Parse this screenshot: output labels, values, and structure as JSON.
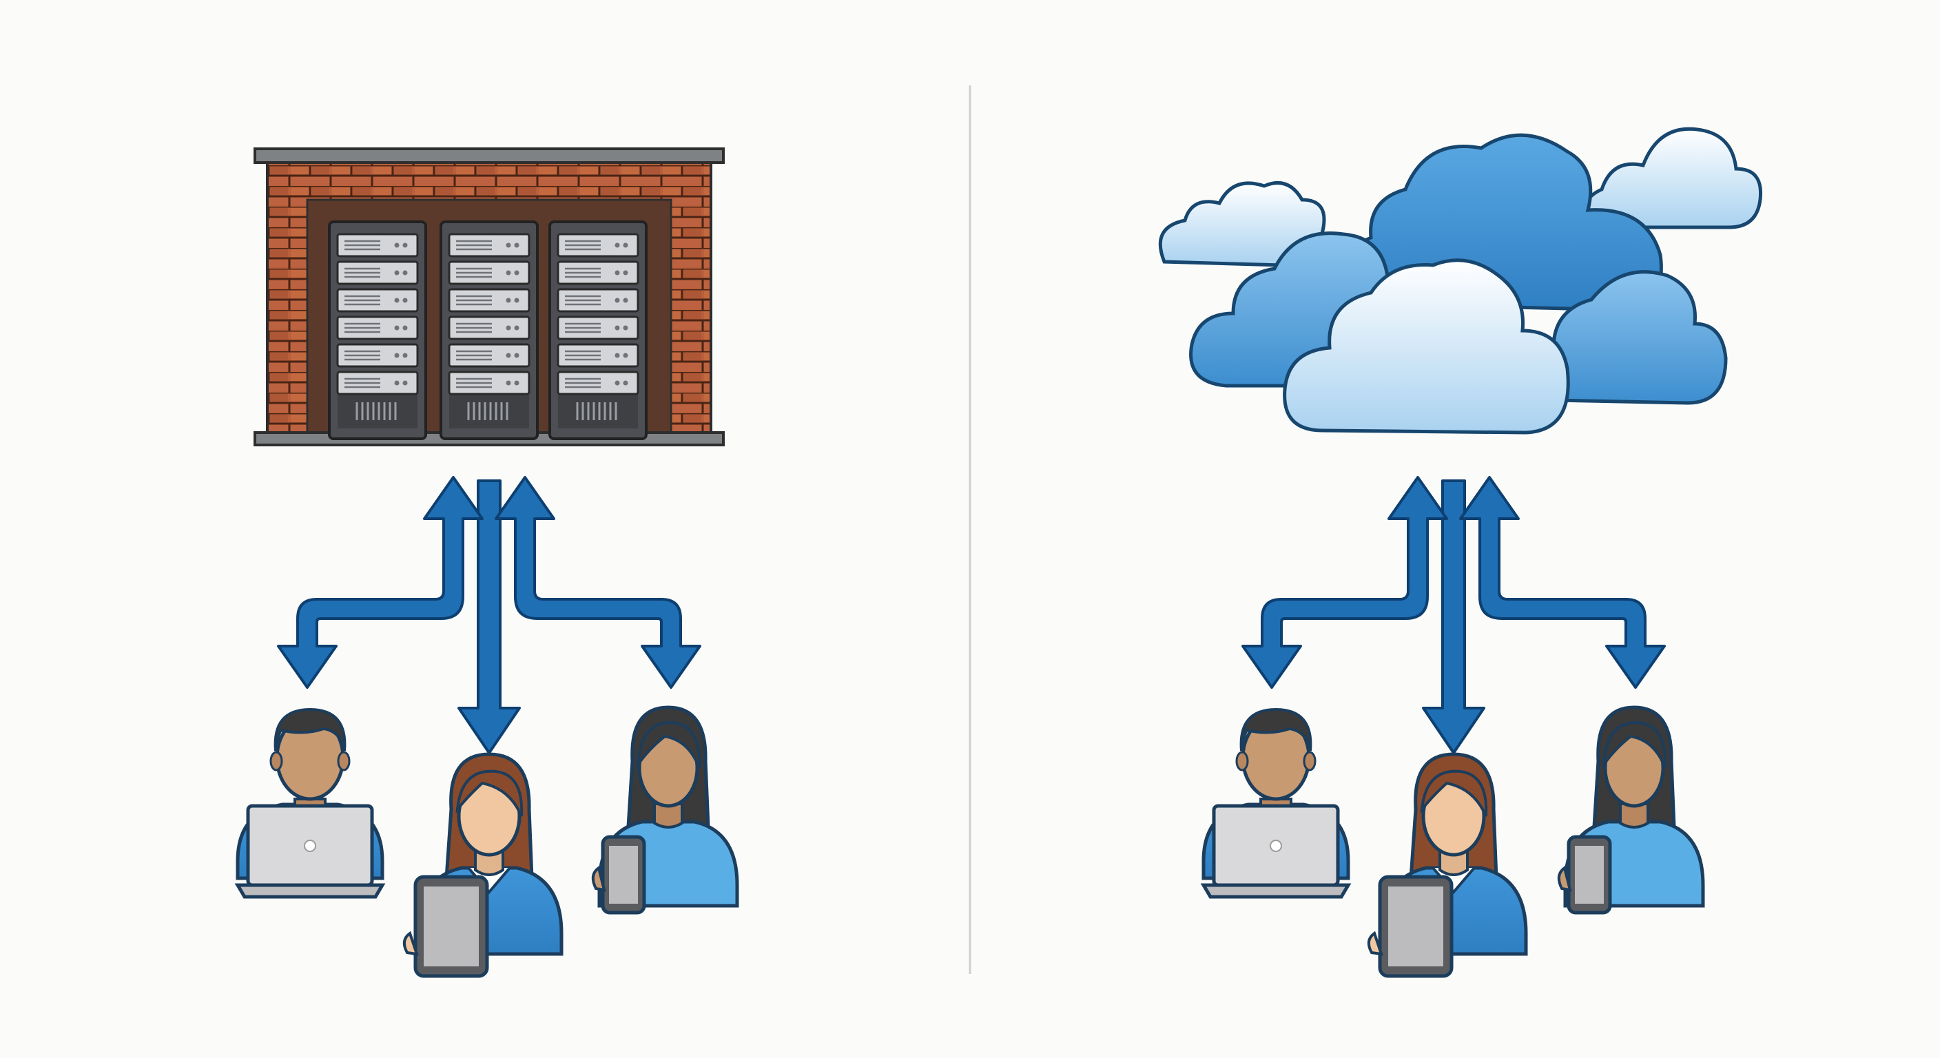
{
  "colors": {
    "background": "#fbfbfa",
    "divider": "#c9c9c9",
    "arrow": "#1f6fb5",
    "arrow_outline": "#0d3f70",
    "brick": "#b35e3d",
    "mortar": "#5a2d1a",
    "rack": "#4a4c50",
    "cloud_dark": "#3f92d2",
    "cloud_light": "#bcdcf3",
    "shirt": "#3a8fd4",
    "skin": "#c99a73",
    "hair_dark": "#3b3a3a",
    "hair_brown": "#8a4e2e"
  },
  "panels": [
    {
      "name": "on-premises",
      "source_icon": "brick-wall-server-room-icon",
      "flows": [
        "bidirectional-up-left",
        "downward",
        "bidirectional-up-right"
      ],
      "users": [
        {
          "role": "man",
          "device": "laptop-icon"
        },
        {
          "role": "woman",
          "device": "tablet-icon"
        },
        {
          "role": "woman",
          "device": "smartphone-icon"
        }
      ]
    },
    {
      "name": "cloud",
      "source_icon": "cloud-cluster-icon",
      "flows": [
        "bidirectional-up-left",
        "downward",
        "bidirectional-up-right"
      ],
      "users": [
        {
          "role": "man",
          "device": "laptop-icon"
        },
        {
          "role": "woman",
          "device": "tablet-icon"
        },
        {
          "role": "woman",
          "device": "smartphone-icon"
        }
      ]
    }
  ]
}
